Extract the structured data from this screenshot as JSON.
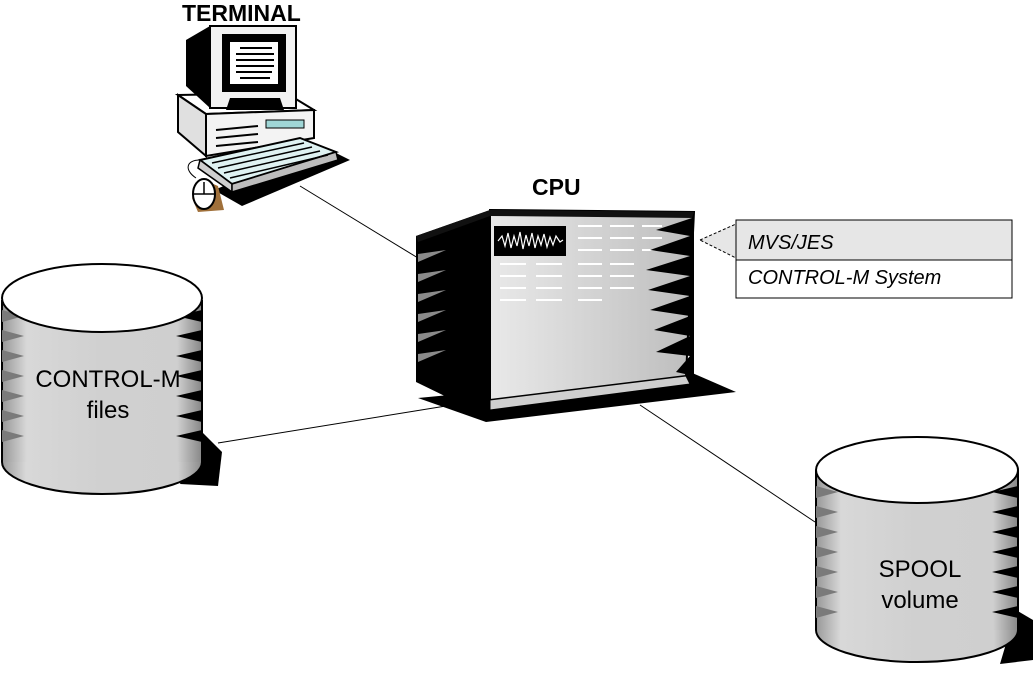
{
  "terminal": {
    "label": "TERMINAL"
  },
  "cpu": {
    "label": "CPU",
    "systems": [
      "MVS/JES",
      "CONTROL-M System"
    ]
  },
  "control_m_files": {
    "line1": "CONTROL-M",
    "line2": "files"
  },
  "spool_volume": {
    "line1": "SPOOL",
    "line2": "volume"
  },
  "colors": {
    "black": "#000000",
    "gray": "#c8c8c8",
    "light_gray": "#e6e6e6",
    "screen_teal": "#bfe3e3"
  }
}
